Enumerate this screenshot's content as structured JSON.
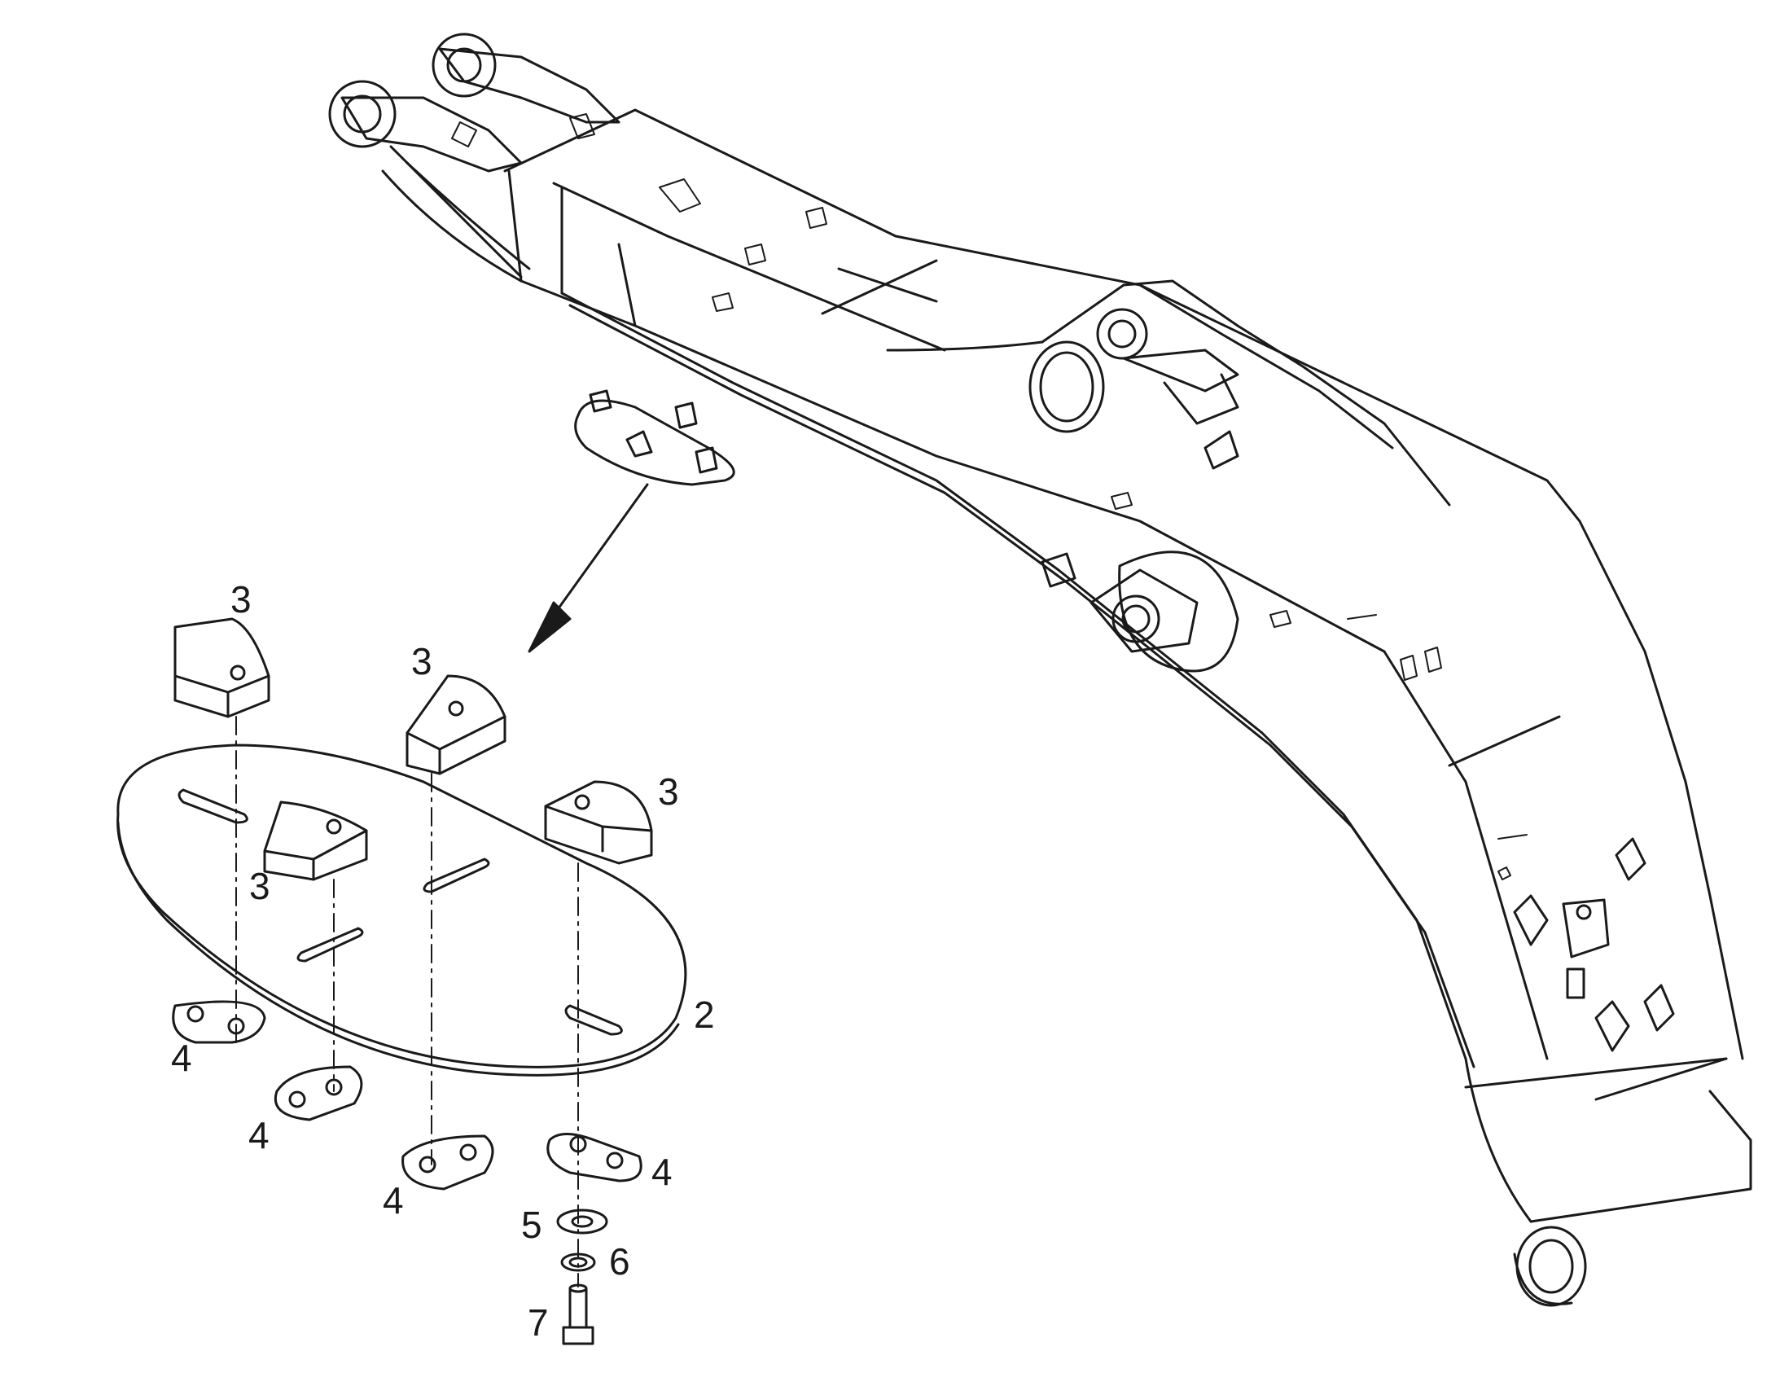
{
  "diagram": {
    "ink_color": "#1a1a1a",
    "paper_color": "#ffffff",
    "parts": [
      {
        "id": "p2",
        "number": "2",
        "description": "oval plate with slots"
      },
      {
        "id": "p3a",
        "number": "3",
        "description": "block"
      },
      {
        "id": "p3b",
        "number": "3",
        "description": "block"
      },
      {
        "id": "p3c",
        "number": "3",
        "description": "block"
      },
      {
        "id": "p3d",
        "number": "3",
        "description": "block"
      },
      {
        "id": "p4a",
        "number": "4",
        "description": "clamp plate"
      },
      {
        "id": "p4b",
        "number": "4",
        "description": "clamp plate"
      },
      {
        "id": "p4c",
        "number": "4",
        "description": "clamp plate"
      },
      {
        "id": "p4d",
        "number": "4",
        "description": "clamp plate"
      },
      {
        "id": "p5",
        "number": "5",
        "description": "washer"
      },
      {
        "id": "p6",
        "number": "6",
        "description": "lock washer"
      },
      {
        "id": "p7",
        "number": "7",
        "description": "bolt"
      }
    ]
  }
}
